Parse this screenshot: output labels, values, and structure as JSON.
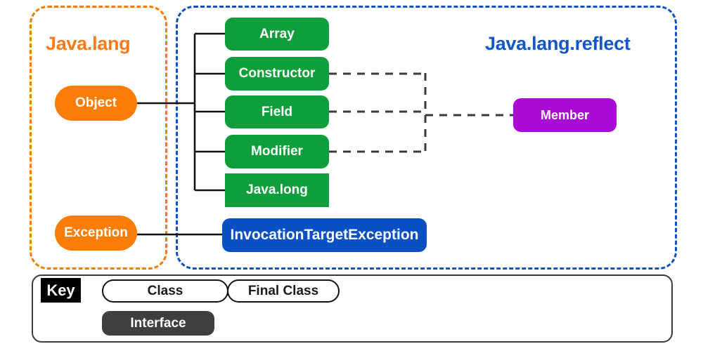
{
  "diagram": {
    "title_java_lang": "Java.lang",
    "title_java_lang_reflect": "Java.lang.reflect",
    "colors": {
      "package_lang_border": "#F57C00",
      "package_reflect_border": "#0D52BE",
      "class_green": "#0E9F3C",
      "root_orange": "#FB7D06",
      "exception_blue": "#0A4FC4",
      "interface_purple": "#AA0BD4",
      "connector": "#111111",
      "legend_border": "#3C3C3C",
      "interface_gray": "#3F3F3F"
    }
  },
  "nodes": {
    "object": "Object",
    "exception": "Exception",
    "array": "Array",
    "constructor": "Constructor",
    "field": "Field",
    "modifier": "Modifier",
    "javalong": "Java.long",
    "invocation_target_exception": "InvocationTargetException",
    "member": "Member"
  },
  "legend": {
    "key_label": "Key",
    "items": [
      {
        "label": "Class",
        "style": "outlined-rounded"
      },
      {
        "label": "Final Class",
        "style": "outlined-pill"
      },
      {
        "label": "Interface",
        "style": "filled-dark"
      }
    ]
  }
}
